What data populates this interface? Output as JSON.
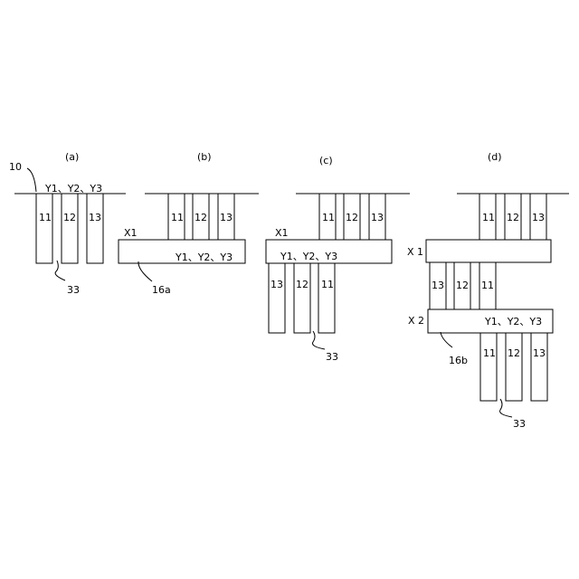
{
  "panels": {
    "a": {
      "label": "(a)",
      "ref_base": "10",
      "y_label": "Y1、Y2、Y3",
      "bars": [
        "11",
        "12",
        "13"
      ],
      "ref_gap": "33"
    },
    "b": {
      "label": "(b)",
      "x_label": "X1",
      "y_label": "Y1、Y2、Y3",
      "bars": [
        "11",
        "12",
        "13"
      ],
      "ref_roller": "16a"
    },
    "c": {
      "label": "(c)",
      "x_label": "X1",
      "y_label": "Y1、Y2、Y3",
      "bars_top": [
        "11",
        "12",
        "13"
      ],
      "bars_bottom": [
        "13",
        "12",
        "11"
      ],
      "ref_gap": "33"
    },
    "d": {
      "label": "(d)",
      "x1_label": "X 1",
      "x2_label": "X 2",
      "y_label": "Y1、Y2、Y3",
      "bars_top": [
        "11",
        "12",
        "13"
      ],
      "bars_mid": [
        "13",
        "12",
        "11"
      ],
      "bars_bottom": [
        "11",
        "12",
        "13"
      ],
      "ref_roller": "16b",
      "ref_gap": "33"
    }
  }
}
